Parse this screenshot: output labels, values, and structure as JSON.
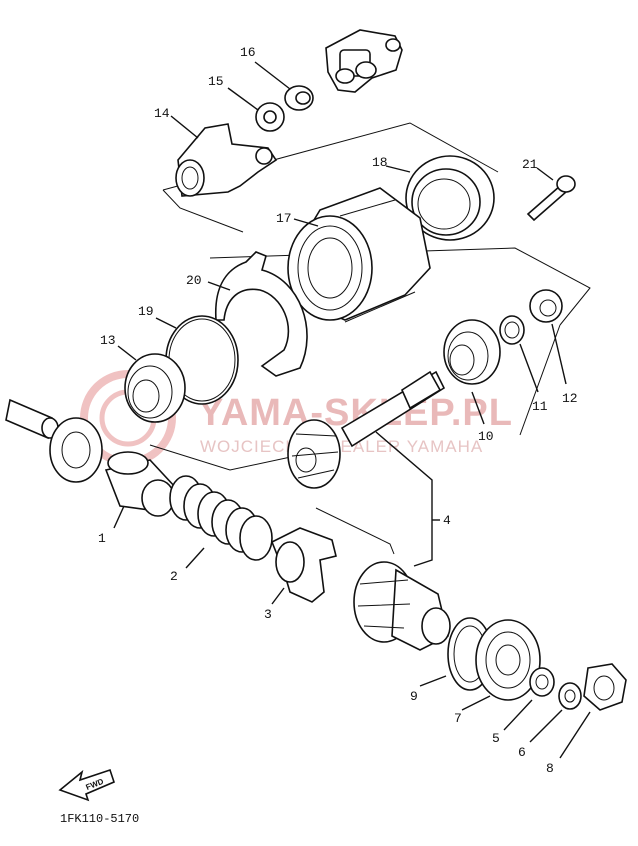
{
  "diagram": {
    "callouts": [
      {
        "id": "1",
        "text": "1"
      },
      {
        "id": "2",
        "text": "2"
      },
      {
        "id": "3",
        "text": "3"
      },
      {
        "id": "4",
        "text": "4"
      },
      {
        "id": "5",
        "text": "5"
      },
      {
        "id": "6",
        "text": "6"
      },
      {
        "id": "7",
        "text": "7"
      },
      {
        "id": "8",
        "text": "8"
      },
      {
        "id": "9",
        "text": "9"
      },
      {
        "id": "10",
        "text": "10"
      },
      {
        "id": "11",
        "text": "11"
      },
      {
        "id": "12",
        "text": "12"
      },
      {
        "id": "13",
        "text": "13"
      },
      {
        "id": "14",
        "text": "14"
      },
      {
        "id": "15",
        "text": "15"
      },
      {
        "id": "16",
        "text": "16"
      },
      {
        "id": "17",
        "text": "17"
      },
      {
        "id": "18",
        "text": "18"
      },
      {
        "id": "19",
        "text": "19"
      },
      {
        "id": "20",
        "text": "20"
      },
      {
        "id": "21",
        "text": "21"
      }
    ],
    "fwd_label": "FWD",
    "drawing_code": "1FK110-5170"
  },
  "watermark": {
    "main": "YAMA-SKLEP.PL",
    "sub": "WOJCIECH ... DEALER YAMAHA",
    "color": "#e9b9b9"
  }
}
